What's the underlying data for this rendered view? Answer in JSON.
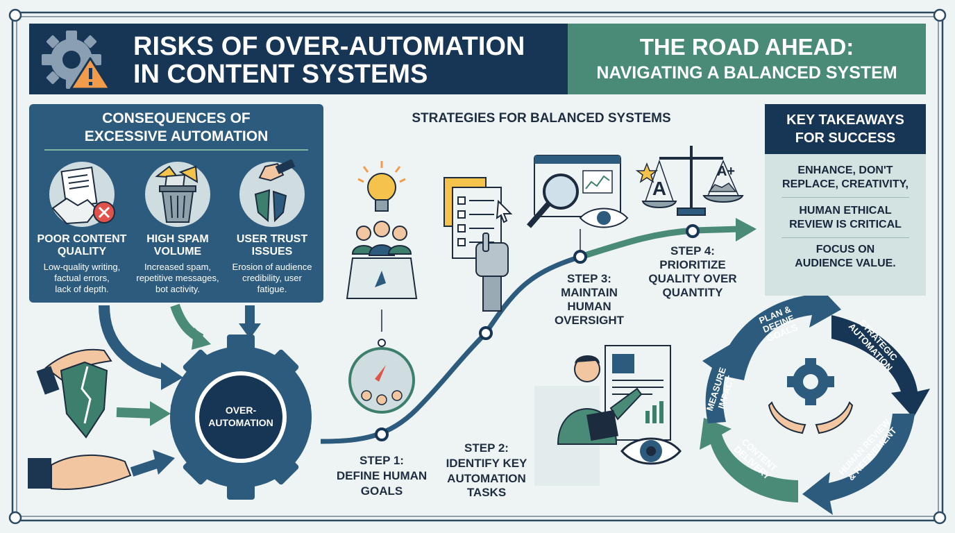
{
  "header": {
    "left_title_line1": "RISKS OF OVER-AUTOMATION",
    "left_title_line2": "IN CONTENT SYSTEMS",
    "right_title_line1": "THE ROAD AHEAD:",
    "right_title_line2": "NAVIGATING A BALANCED SYSTEM"
  },
  "consequences": {
    "title_line1": "CONSEQUENCES OF",
    "title_line2": "EXCESSIVE AUTOMATION",
    "items": [
      {
        "title_line1": "POOR CONTENT",
        "title_line2": "QUALITY",
        "desc_line1": "Low-quality writing,",
        "desc_line2": "factual errors,",
        "desc_line3": "lack of depth."
      },
      {
        "title_line1": "HIGH SPAM",
        "title_line2": "VOLUME",
        "desc_line1": "Increased spam,",
        "desc_line2": "repetitive messages,",
        "desc_line3": "bot activity."
      },
      {
        "title_line1": "USER TRUST",
        "title_line2": "ISSUES",
        "desc_line1": "Erosion of audience",
        "desc_line2": "credibility, user",
        "desc_line3": "fatigue."
      }
    ]
  },
  "gear": {
    "label_line1": "OVER-",
    "label_line2": "AUTOMATION"
  },
  "strategies": {
    "title": "STRATEGIES FOR BALANCED SYSTEMS",
    "steps": [
      {
        "line1": "STEP 1:",
        "line2": "DEFINE HUMAN",
        "line3": "GOALS",
        "line4": ""
      },
      {
        "line1": "STEP 2:",
        "line2": "IDENTIFY KEY",
        "line3": "AUTOMATION",
        "line4": "TASKS"
      },
      {
        "line1": "STEP 3:",
        "line2": "MAINTAIN",
        "line3": "HUMAN",
        "line4": "OVERSIGHT"
      },
      {
        "line1": "STEP 4:",
        "line2": "PRIORITIZE",
        "line3": "QUALITY OVER",
        "line4": "QUANTITY"
      }
    ],
    "grade_badge": "A+",
    "grade_letter": "A"
  },
  "takeaways": {
    "title_line1": "KEY TAKEAWAYS",
    "title_line2": "FOR SUCCESS",
    "items": [
      {
        "line1": "ENHANCE, DON'T",
        "line2": "REPLACE, CREATIVITY,"
      },
      {
        "line1": "HUMAN ETHICAL",
        "line2": "REVIEW IS CRITICAL"
      },
      {
        "line1": "FOCUS ON",
        "line2": "AUDIENCE VALUE."
      }
    ]
  },
  "cycle": {
    "segments": [
      {
        "line1": "PLAN &",
        "line2": "DEFINE",
        "line3": "GOALS"
      },
      {
        "line1": "STRATEGIC",
        "line2": "AUTOMATION",
        "line3": ""
      },
      {
        "line1": "HUMAN REVIEW",
        "line2": "& REFINEMENT",
        "line3": ""
      },
      {
        "line1": "CONTENT",
        "line2": "DELIVERY",
        "line3": ""
      },
      {
        "line1": "MEASURE",
        "line2": "IMPACT",
        "line3": ""
      }
    ]
  },
  "colors": {
    "navy": "#173554",
    "teal": "#4a8b78",
    "panel_blue": "#2c5b7e",
    "warning_orange": "#f29b4a",
    "background": "#eef3f3"
  }
}
